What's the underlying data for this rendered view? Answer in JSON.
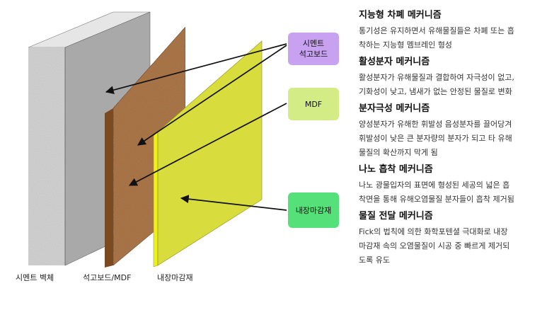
{
  "labels": {
    "cement_tag": [
      "시멘트",
      "석고보드"
    ],
    "mdf_tag": "MDF",
    "finish_tag": "내장마감재",
    "wall_bottom": "시멘트 벽체",
    "board_bottom": "석고보드/MDF",
    "finish_bottom": "내장마감재"
  },
  "mechanisms": [
    {
      "title": "지능형 차폐 메커니즘",
      "lines": [
        "통기성은 유지하면서 유해물질들은 차폐 또는 흡",
        "착하는 지능형 멤브레인 형성"
      ]
    },
    {
      "title": "활성분자 메커니즘",
      "lines": [
        "활성분자가 유해물질과 결합하여 자극성이 없고,",
        "기화성이 낮고, 냄새가 없는 안정된 물질로 변화"
      ]
    },
    {
      "title": "분자극성 메커니즘",
      "lines": [
        "양성분자가 유해한 휘발성 음성분자를 끌어당겨",
        "휘발성이 낮은 큰 분자량의 분자가 되고 타 유해",
        "물질의 확산까지 막게 됨"
      ]
    },
    {
      "title": "나노 흡착 메커니즘",
      "lines": [
        "나노 광물입자의 표면에 형성된 세공의 넓은 흡",
        "착면을 통해 유해오염물질 분자들이 흡착 제거됨"
      ]
    },
    {
      "title": "물질 전달 메커니즘",
      "lines": [
        "Fick의 법칙에 의한 화학포텐셜 극대화로 내장",
        "마감재 속의 오염물질이 시공 중 빠르게 제거되",
        "도록 유도"
      ]
    }
  ],
  "colors": {
    "cement_tag": "#c8a2f0",
    "mdf_tag": "#d4ec86",
    "finish_tag": "#55e07a",
    "board_face": "#a8703f",
    "finish_face": "#d8dc3c"
  }
}
